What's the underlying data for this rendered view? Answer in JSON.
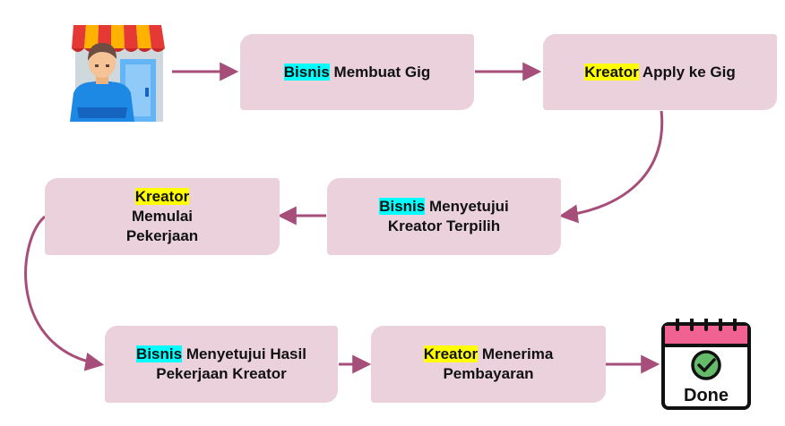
{
  "steps": [
    {
      "role": "Bisnis",
      "text": "Membuat Gig",
      "role_color": "#00ffff"
    },
    {
      "role": "Kreator",
      "text": "Apply ke Gig",
      "role_color": "#ffff00"
    },
    {
      "role": "Bisnis",
      "text": "Menyetujui Kreator Terpilih",
      "role_color": "#00ffff"
    },
    {
      "role": "Kreator",
      "text": "Memulai Pekerjaan",
      "role_color": "#ffff00"
    },
    {
      "role": "Bisnis",
      "text": "Menyetujui Hasil Pekerjaan Kreator",
      "role_color": "#00ffff"
    },
    {
      "role": "Kreator",
      "text": "Menerima Pembayaran",
      "role_color": "#ffff00"
    }
  ],
  "end": {
    "label": "Done",
    "icon": "calendar-check-icon"
  },
  "start": {
    "icon": "shop-owner-icon"
  },
  "colors": {
    "box": "#ead1dc",
    "arrow": "#a64d79"
  }
}
